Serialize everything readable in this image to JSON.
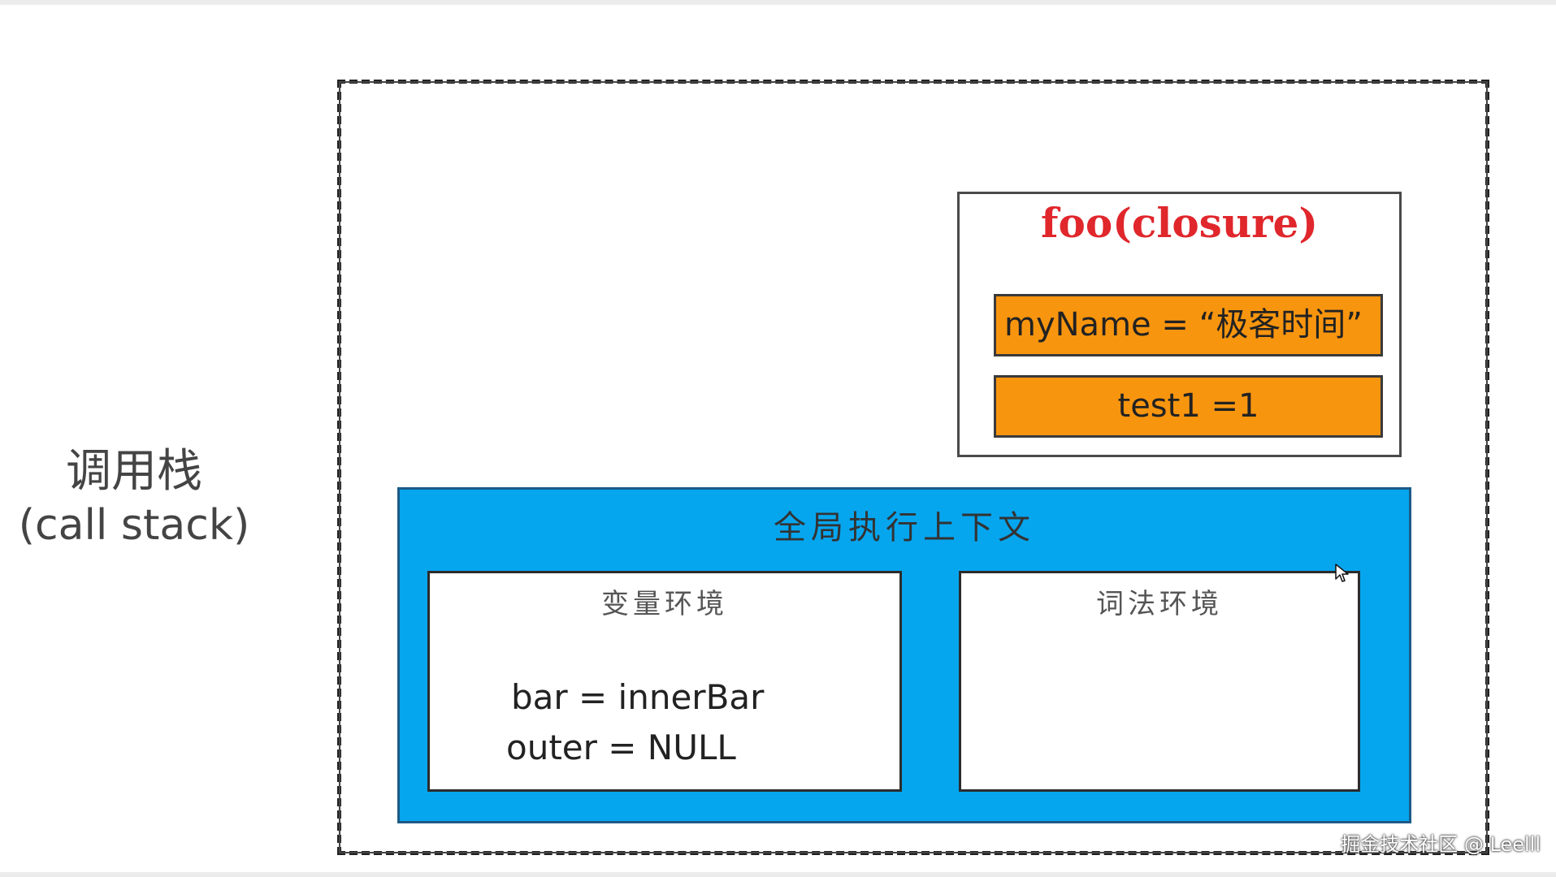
{
  "stack_label": {
    "chinese": "调用栈",
    "english": "(call stack)"
  },
  "closure": {
    "title": "foo(closure)",
    "variables": [
      "myName  =  “极客时间”",
      "test1 =1"
    ]
  },
  "global_context": {
    "title": "全局执行上下文",
    "variable_environment": {
      "title": "变量环境",
      "lines": [
        "bar =  innerBar",
        "outer = NULL"
      ]
    },
    "lexical_environment": {
      "title": "词法环境"
    }
  },
  "watermark": "掘金技术社区 @ Leelll",
  "colors": {
    "closure_title": "#e0272c",
    "closure_var_fill": "#f8950f",
    "global_context_fill": "#06a6ef"
  },
  "icons": {
    "cursor": "mouse-pointer-icon"
  }
}
